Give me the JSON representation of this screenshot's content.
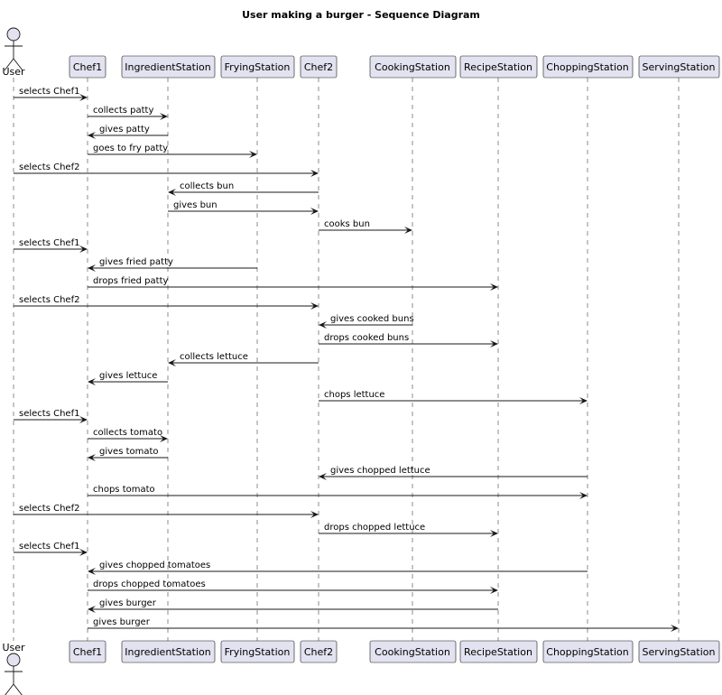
{
  "title": "User making a burger - Sequence Diagram",
  "actor": {
    "name": "User"
  },
  "participants": [
    {
      "id": "chef1",
      "name": "Chef1"
    },
    {
      "id": "ingredient",
      "name": "IngredientStation"
    },
    {
      "id": "frying",
      "name": "FryingStation"
    },
    {
      "id": "chef2",
      "name": "Chef2"
    },
    {
      "id": "cooking",
      "name": "CookingStation"
    },
    {
      "id": "recipe",
      "name": "RecipeStation"
    },
    {
      "id": "chopping",
      "name": "ChoppingStation"
    },
    {
      "id": "serving",
      "name": "ServingStation"
    }
  ],
  "messages": [
    {
      "from": "user",
      "to": "chef1",
      "label": "selects Chef1"
    },
    {
      "from": "chef1",
      "to": "ingredient",
      "label": "collects patty"
    },
    {
      "from": "ingredient",
      "to": "chef1",
      "label": "gives patty"
    },
    {
      "from": "chef1",
      "to": "frying",
      "label": "goes to fry patty"
    },
    {
      "from": "user",
      "to": "chef2",
      "label": "selects Chef2"
    },
    {
      "from": "chef2",
      "to": "ingredient",
      "label": "collects bun"
    },
    {
      "from": "ingredient",
      "to": "chef2",
      "label": "gives bun"
    },
    {
      "from": "chef2",
      "to": "cooking",
      "label": "cooks bun"
    },
    {
      "from": "user",
      "to": "chef1",
      "label": "selects Chef1"
    },
    {
      "from": "frying",
      "to": "chef1",
      "label": "gives fried patty"
    },
    {
      "from": "chef1",
      "to": "recipe",
      "label": "drops fried patty"
    },
    {
      "from": "user",
      "to": "chef2",
      "label": "selects Chef2"
    },
    {
      "from": "cooking",
      "to": "chef2",
      "label": "gives cooked buns"
    },
    {
      "from": "chef2",
      "to": "recipe",
      "label": "drops cooked buns"
    },
    {
      "from": "chef2",
      "to": "ingredient",
      "label": "collects lettuce"
    },
    {
      "from": "ingredient",
      "to": "chef1",
      "label": "gives lettuce"
    },
    {
      "from": "chef2",
      "to": "chopping",
      "label": "chops lettuce"
    },
    {
      "from": "user",
      "to": "chef1",
      "label": "selects Chef1"
    },
    {
      "from": "chef1",
      "to": "ingredient",
      "label": "collects tomato"
    },
    {
      "from": "ingredient",
      "to": "chef1",
      "label": "gives tomato"
    },
    {
      "from": "chopping",
      "to": "chef2",
      "label": "gives chopped lettuce"
    },
    {
      "from": "chef1",
      "to": "chopping",
      "label": "chops tomato"
    },
    {
      "from": "user",
      "to": "chef2",
      "label": "selects Chef2"
    },
    {
      "from": "chef2",
      "to": "recipe",
      "label": "drops chopped lettuce"
    },
    {
      "from": "user",
      "to": "chef1",
      "label": "selects Chef1"
    },
    {
      "from": "chopping",
      "to": "chef1",
      "label": "gives chopped tomatoes"
    },
    {
      "from": "chef1",
      "to": "recipe",
      "label": "drops chopped tomatoes"
    },
    {
      "from": "recipe",
      "to": "chef1",
      "label": "gives burger"
    },
    {
      "from": "chef1",
      "to": "serving",
      "label": "gives burger"
    }
  ]
}
